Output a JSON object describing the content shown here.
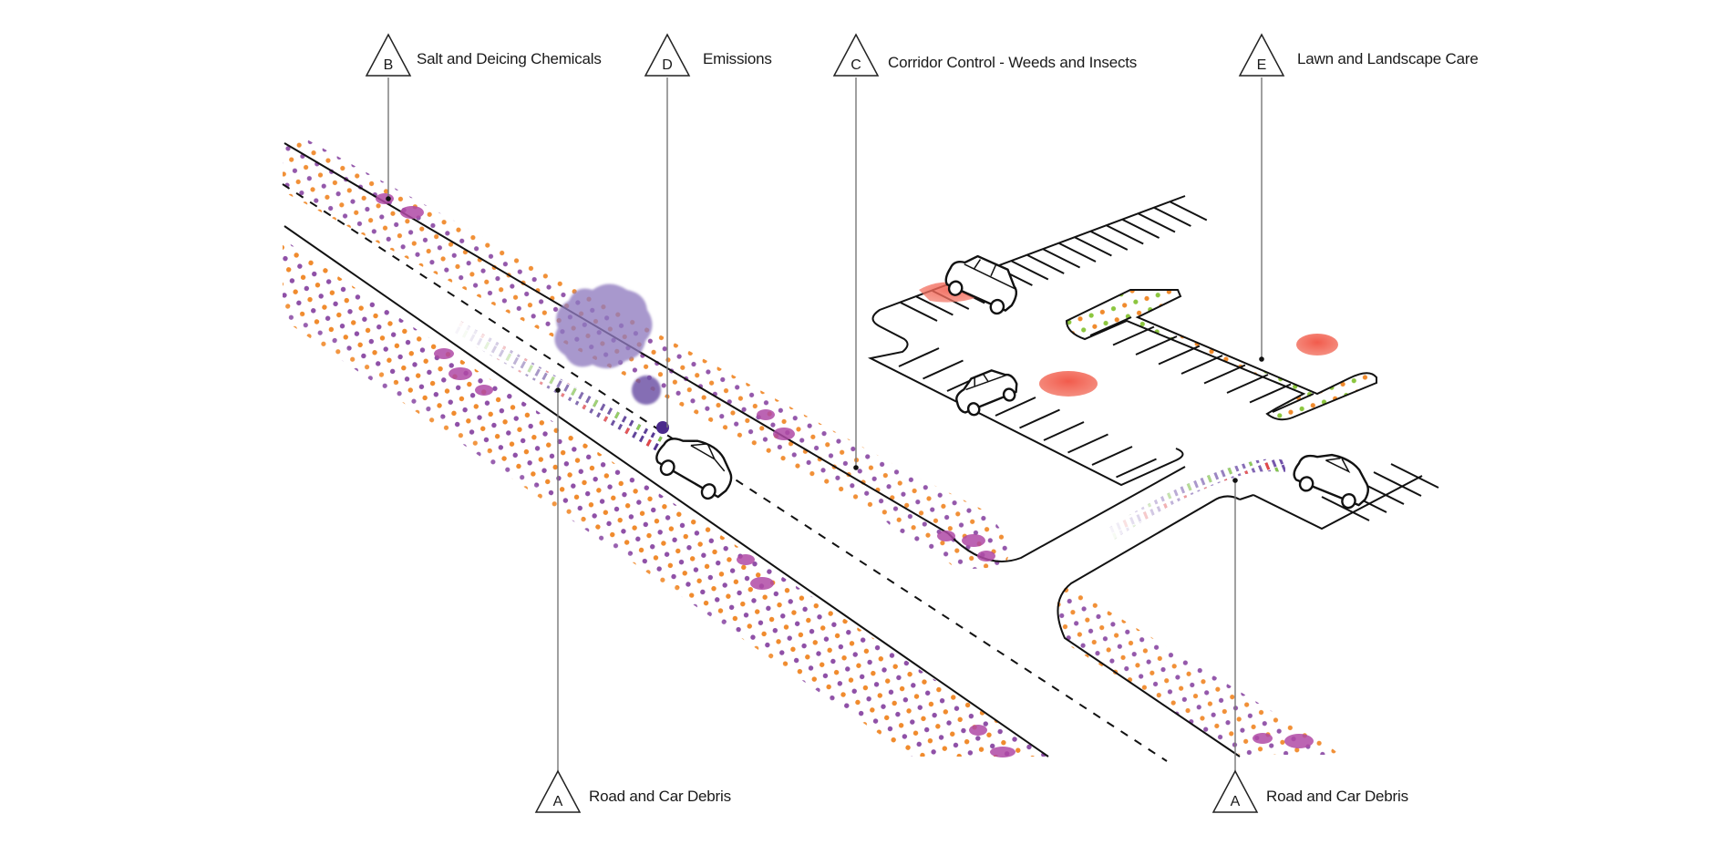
{
  "title": "Stormwater pollutant sources along road corridor and parking lot",
  "colors": {
    "orange_dot": "#f08a2c",
    "purple_dot": "#8e4fa7",
    "green_dot": "#8cc63f",
    "debris_blob": "#b04aa6",
    "emissions_cloud": "#8f7bbf",
    "emissions_ball": "#6f55a8",
    "oil_spot": "#ee4b3f",
    "trail_purple": "#4b2a8c",
    "trail_green": "#7cc242",
    "trail_red": "#e03a3a",
    "line": "#111111",
    "leader": "#777777"
  },
  "callouts": [
    {
      "id": "B",
      "letter": "B",
      "label": "Salt and Deicing Chemicals",
      "icon": "triangle-marker"
    },
    {
      "id": "D",
      "letter": "D",
      "label": "Emissions",
      "icon": "triangle-marker"
    },
    {
      "id": "C",
      "letter": "C",
      "label": "Corridor Control - Weeds and Insects",
      "icon": "triangle-marker"
    },
    {
      "id": "E",
      "letter": "E",
      "label": "Lawn and Landscape Care",
      "icon": "triangle-marker"
    },
    {
      "id": "A1",
      "letter": "A",
      "label": "Road and Car Debris",
      "icon": "triangle-marker"
    },
    {
      "id": "A2",
      "letter": "A",
      "label": "Road and Car Debris",
      "icon": "triangle-marker"
    }
  ],
  "elements": {
    "cars": [
      "moving-car-on-road",
      "parked-suv-top",
      "parked-car-left",
      "car-exiting-lot"
    ],
    "oil_spots": 3,
    "emission_cloud": "emissions-cloud-icon"
  }
}
